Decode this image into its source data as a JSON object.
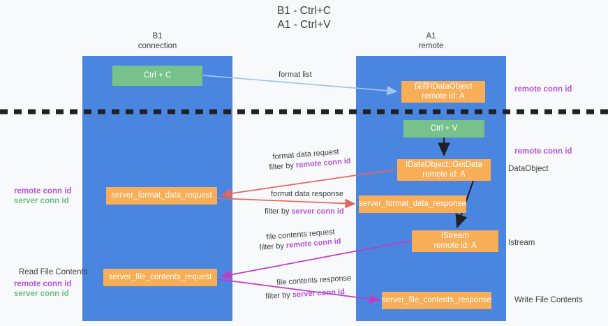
{
  "title": "B1 - Ctrl+C\nA1 - Ctrl+V",
  "lanes": {
    "left": {
      "name": "B1",
      "role": "connection",
      "header": "B1\nconnection",
      "color": "#4a86e0"
    },
    "right": {
      "name": "A1",
      "role": "remote",
      "header": "A1\nremote",
      "color": "#4a86e0"
    }
  },
  "colors": {
    "lane": "#4a86e0",
    "green_node": "#76c28a",
    "orange_node": "#f8ad57",
    "purple_text": "#b455d6",
    "green_text": "#6cbf84",
    "plain_text": "#3c4043",
    "arrow_blue": "#9fc5f0",
    "arrow_red": "#e8645f",
    "arrow_magenta": "#c23bc2",
    "arrow_black": "#202124",
    "divider": "#202124",
    "background": "#f8f9fa"
  },
  "nodes": {
    "ctrl_c": "Ctrl + C",
    "save_idataobject": "保存IDataObject\nremote id: A",
    "ctrl_v": "Ctrl + V",
    "getdata": "IDataObject::GetData\nremote id: A",
    "server_format_data_request": "server_format_data_request",
    "server_format_data_response": "server_format_data_response",
    "istream": "IStream\nremote id: A",
    "server_file_contents_request": "server_file_contents_request",
    "server_file_contents_response": "server_file_contents_response"
  },
  "edge_labels": {
    "format_list": "format list",
    "format_data_request": "format data request",
    "filter_by_remote_1_prefix": "filter by ",
    "filter_by_remote_1_value": "remote conn id",
    "format_data_response": "format data response",
    "filter_by_server_1_prefix": "filter by ",
    "filter_by_server_1_value": "server conn id",
    "file_contents_request": "file contents request",
    "filter_by_remote_2_prefix": "filter by ",
    "filter_by_remote_2_value": "remote conn id",
    "file_contents_response": "file contents response",
    "filter_by_server_2_prefix": "filter by ",
    "filter_by_server_2_value": "server conn id"
  },
  "notes": {
    "remote_conn_id_top": "remote conn id",
    "remote_conn_id_mid": "remote conn id",
    "dataobject": "DataObject",
    "istream": "Istream",
    "write_file_contents": "Write File Contents",
    "read_file_contents": "Read File Contents",
    "left_remote_conn_id": "remote conn id",
    "left_server_conn_id": "server conn id",
    "left_remote_conn_id_2": "remote conn id",
    "left_server_conn_id_2": "server conn id"
  }
}
